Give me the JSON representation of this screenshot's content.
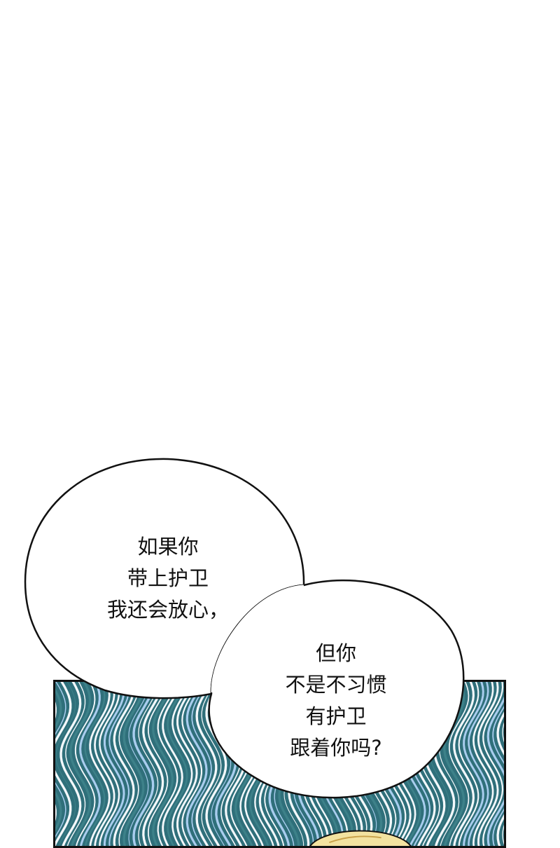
{
  "comic": {
    "type": "webtoon-panel",
    "bubble_1": {
      "lines": [
        "如果你",
        "带上护卫",
        "我还会放心，"
      ]
    },
    "bubble_2": {
      "lines": [
        "但你",
        "不是不习惯",
        "有护卫",
        "跟着你吗?"
      ]
    },
    "panel": {
      "background": "wavy-striped-pattern",
      "colors": {
        "dark_teal": "#2f6f7a",
        "mid_teal": "#3d8189",
        "light_blue": "#a9cdee",
        "white": "#f3f8fb",
        "border": "#111111",
        "character_hair": "#f3e3a0"
      }
    }
  }
}
